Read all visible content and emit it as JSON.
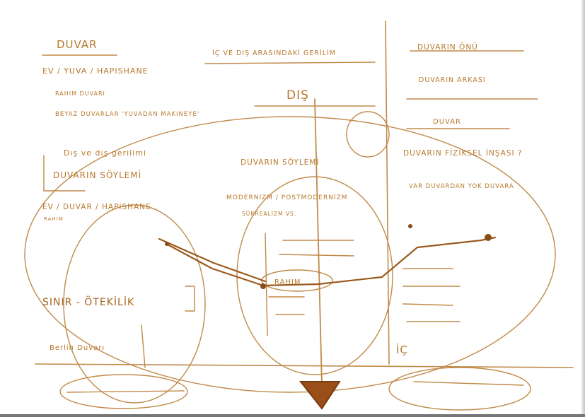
{
  "notes": {
    "top_left_title": "DUVAR",
    "home_line": "EV / YUVA / HAPISHANE",
    "rahim_wall": "RAHIM DUVARI",
    "white_walls": "BEYAZ DUVARLAR 'YUVADAN MAKINEYE'",
    "inside_outside_line": "İÇ VE DIŞ ARASINDAKİ GERİLİM",
    "inside_outside_tension": "Dış ve dış gerilimi",
    "wall_says": "DUVARIN SÖYLEMİ",
    "home_wall_prison": "EV / DUVAR / HAPISHANE",
    "rahim_small": "RAHIM",
    "boundary_openness": "SINIR - ÖTEKİLİK",
    "berlin_wall": "Berlin Duvarı",
    "center_dis": "DIŞ",
    "wall_discourse_center": "DUVARIN SÖYLEMİ",
    "modernism_line": "MODERNİZM / POSTMODERNİZM",
    "surrealism": "SÜRREALİZM VS.",
    "front_of_wall": "DUVARIN ÖNÜ",
    "wall_behind": "DUVARIN ARKASI",
    "wall_word": "DUVAR",
    "physical_form": "DUVARIN FİZİKSEL İNŞASI ?",
    "from_existing_wall": "VAR DUVARDAN YOK DUVARA",
    "center_rahim": "RAHIM",
    "bottom_ic": "İÇ"
  }
}
